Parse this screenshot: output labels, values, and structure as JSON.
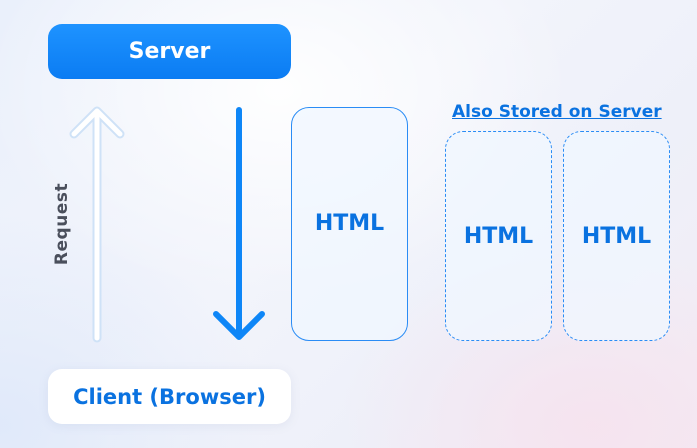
{
  "server": {
    "label": "Server"
  },
  "client": {
    "label": "Client (Browser)"
  },
  "request": {
    "label": "Request"
  },
  "cards": {
    "main": "HTML",
    "stored_heading": "Also Stored on Server",
    "stored": [
      "HTML",
      "HTML"
    ]
  },
  "colors": {
    "primary_blue": "#0b7cf3",
    "text_blue": "#0a72e0",
    "request_text": "#4a4f5c"
  }
}
